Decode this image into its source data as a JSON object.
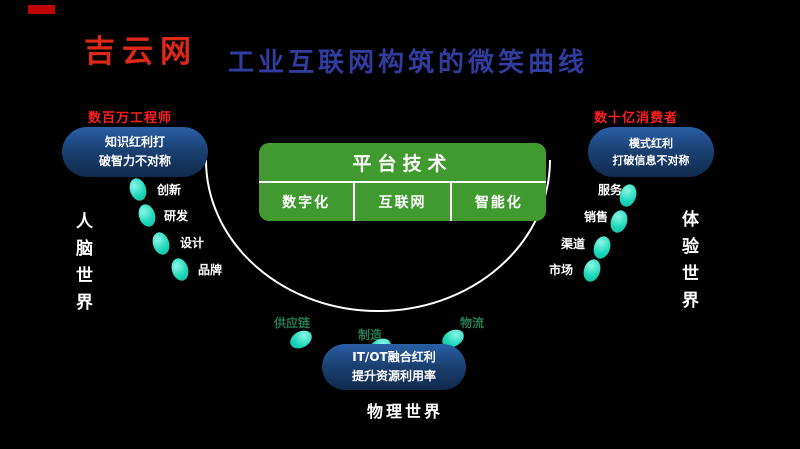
{
  "slide": {
    "logo": "吉云网",
    "title": "工业互联网构筑的微笑曲线",
    "center": {
      "title": "平台技术",
      "cells": [
        "数字化",
        "互联网",
        "智能化"
      ]
    },
    "left": {
      "header": "数百万工程师",
      "badge": [
        "知识红利打",
        "破智力不对称"
      ],
      "items": [
        "创新",
        "研发",
        "设计",
        "品牌"
      ],
      "world": "人脑世界"
    },
    "right": {
      "header": "数十亿消费者",
      "badge": [
        "模式红利",
        "打破信息不对称"
      ],
      "items": [
        "服务",
        "销售",
        "渠道",
        "市场"
      ],
      "world": "体验世界"
    },
    "bottom": {
      "items": [
        "供应链",
        "制造",
        "物流"
      ],
      "badge": [
        "IT/OT融合红利",
        "提升资源利用率"
      ],
      "world": "物理世界"
    },
    "colors": {
      "background": "#000000",
      "title_blue": "#323b9e",
      "logo_red": "#e02818",
      "header_red": "#ff1f1f",
      "badge_navy": "#1b4273",
      "platform_green": "#419a30",
      "dot_cyan": "#1fd9bc",
      "curve_white": "#ffffff",
      "bottom_label_green": "#257a52"
    }
  }
}
